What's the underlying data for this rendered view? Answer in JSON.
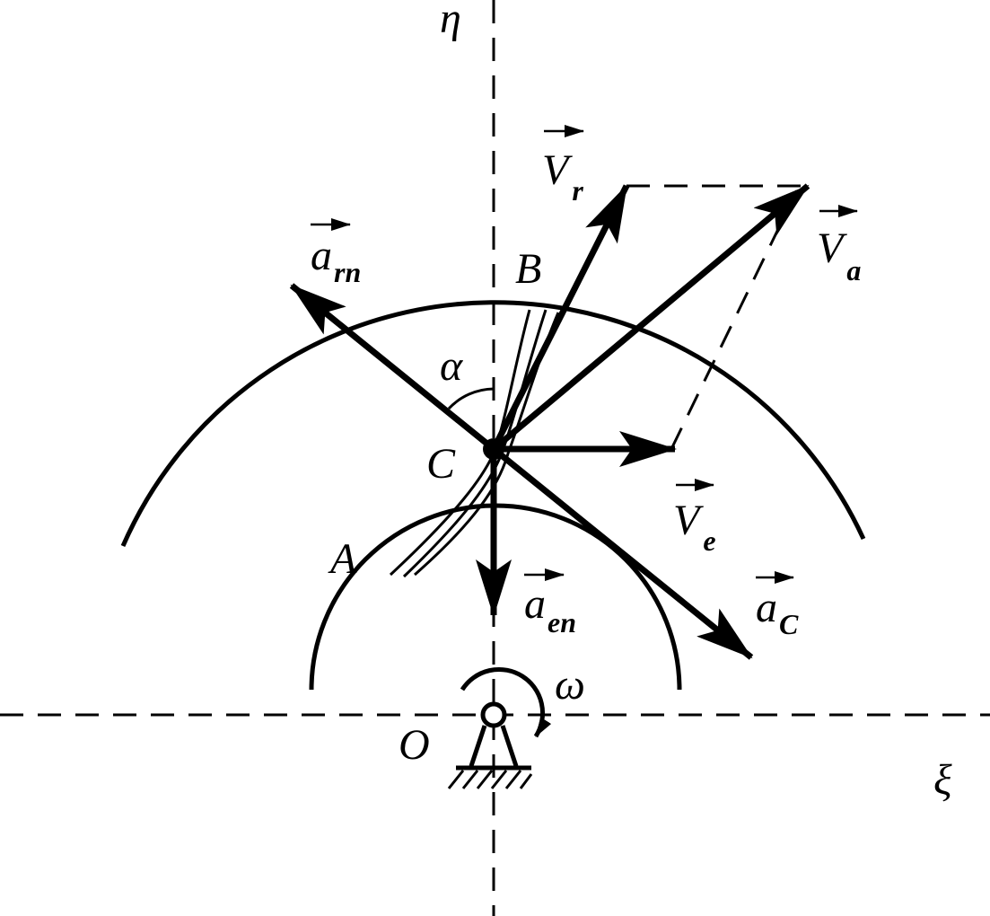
{
  "labels": {
    "eta": "η",
    "xi": "ξ",
    "omega": "ω",
    "alpha": "α",
    "point_o": "O",
    "point_a": "A",
    "point_b": "B",
    "point_c": "C",
    "v_r": {
      "main": "V",
      "sub": "r"
    },
    "v_a": {
      "main": "V",
      "sub": "a"
    },
    "v_e": {
      "main": "V",
      "sub": "e"
    },
    "a_rn": {
      "main": "a",
      "sub": "rn"
    },
    "a_en": {
      "main": "a",
      "sub": "en"
    },
    "a_c": {
      "main": "a",
      "sub": "C"
    }
  },
  "colors": {
    "ink": "#000000",
    "background": "#ffffff"
  }
}
